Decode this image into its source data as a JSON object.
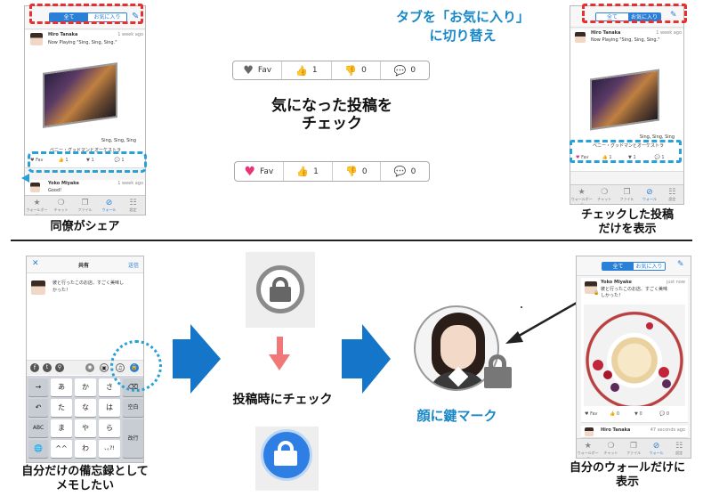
{
  "top_left_phone": {
    "tabs": [
      "全て",
      "お気に入り"
    ],
    "post1": {
      "name": "Hiro Tanaka",
      "time": "1 week ago",
      "text": "Now Playing \"Sing, Sing, Sing.\"",
      "album_line1": "Sing, Sing, Sing",
      "album_line2": "ベニー・グッドマンとオーケストラ"
    },
    "actions": {
      "fav": "Fav",
      "like": "1",
      "dislike": "1",
      "comment": "1"
    },
    "post2": {
      "name": "Yoko Miyake",
      "time": "1 week ago",
      "text": "Good!"
    },
    "tabbar": [
      "ウォールボード",
      "チャット",
      "ファイル",
      "ウォール",
      "設定"
    ],
    "caption": "同僚がシェア"
  },
  "middle_top": {
    "bar1": {
      "fav": "Fav",
      "like": "1",
      "dislike": "0",
      "comment": "0"
    },
    "caption_line1": "気になった投稿を",
    "caption_line2": "チェック",
    "bar2": {
      "fav": "Fav",
      "like": "1",
      "dislike": "0",
      "comment": "0"
    }
  },
  "top_right": {
    "heading_line1": "タブを「お気に入り」",
    "heading_line2": "に切り替え",
    "tabs": [
      "全て",
      "お気に入り"
    ],
    "post1": {
      "name": "Hiro Tanaka",
      "time": "1 week ago",
      "text": "Now Playing \"Sing, Sing, Sing.\"",
      "album_line1": "Sing, Sing, Sing",
      "album_line2": "ベニー・グッドマンとオーケストラ"
    },
    "actions": {
      "fav": "Fav",
      "like": "1",
      "dislike": "1",
      "comment": "1"
    },
    "tabbar": [
      "ウォールボード",
      "チャット",
      "ファイル",
      "ウォール",
      "設定"
    ],
    "caption_line1": "チェックした投稿",
    "caption_line2": "だけを表示"
  },
  "bottom_left_phone": {
    "close": "✕",
    "title": "共有",
    "send": "送信",
    "draft_line1": "彼と行ったこのお店、すごく美味し",
    "draft_line2": "かった！",
    "kb_rows": [
      [
        "→",
        "あ",
        "か",
        "さ",
        "⌫"
      ],
      [
        "↶",
        "た",
        "な",
        "は",
        "空白"
      ],
      [
        "ABC",
        "ま",
        "や",
        "ら",
        "改行"
      ],
      [
        "🌐",
        "^^",
        "わ",
        "､｡?!",
        ""
      ]
    ],
    "caption_line1": "自分だけの備忘録として",
    "caption_line2": "メモしたい"
  },
  "middle_bottom": {
    "caption": "投稿時にチェック"
  },
  "face": {
    "caption": "顔に鍵マーク"
  },
  "bottom_right_phone": {
    "tabs": [
      "全て",
      "お気に入り"
    ],
    "post": {
      "name": "Yoko Miyake",
      "time": "just now",
      "text_line1": "彼と行ったこのお店、すごく美味",
      "text_line2": "しかった！"
    },
    "actions": {
      "fav": "Fav",
      "like": "0",
      "dislike": "0",
      "comment": "0"
    },
    "post2": {
      "name": "Hiro Tanaka",
      "time": "47 seconds ago"
    },
    "tabbar": [
      "ウォールボード",
      "チャット",
      "ファイル",
      "ウォール",
      "設定"
    ],
    "caption_line1": "自分のウォールだけに",
    "caption_line2": "表示"
  },
  "colors": {
    "accent": "#2a7fd6",
    "heading": "#1a88c8",
    "arrow_blue": "#1575c9",
    "arrow_pink": "#f07878",
    "heart": "#e8357a",
    "red_dash": "#e83030"
  }
}
